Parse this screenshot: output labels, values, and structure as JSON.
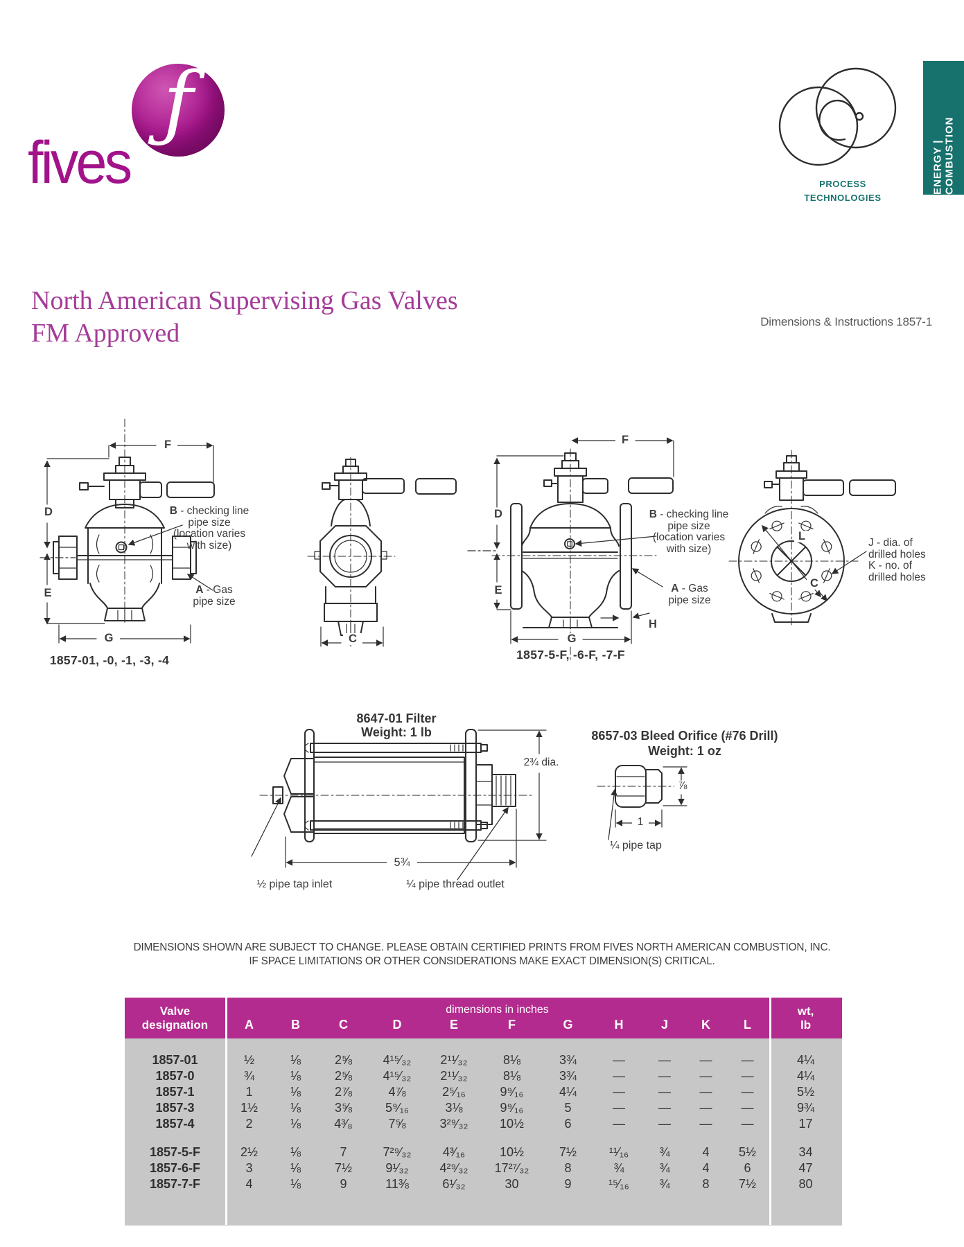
{
  "colors": {
    "magenta": "#a2138b",
    "table_header_magenta": "#b32b8e",
    "teal": "#17726d",
    "ink": "#2e2e2e",
    "table_body_gray": "#c7c7c7"
  },
  "logo": {
    "wordmark": "fives",
    "f_glyph": "ƒ"
  },
  "process_logo": {
    "line1": "PROCESS",
    "line2": "TECHNOLOGIES"
  },
  "banner": {
    "text": "ENERGY | COMBUSTION"
  },
  "title": {
    "line1": "North American Supervising Gas Valves",
    "line2": "FM Approved",
    "doc_ref": "Dimensions & Instructions 1857-1"
  },
  "dims": {
    "f": "F",
    "d": "D",
    "e": "E",
    "g": "G",
    "c": "C",
    "h": "H",
    "l": "L"
  },
  "annotations": {
    "b_letter": "B",
    "b_line1": "- checking line",
    "b_line2": "pipe size",
    "b_line3": "(location varies",
    "b_line4": "with size)",
    "a_letter": "A",
    "a_line1": "- Gas",
    "a_line2": "pipe size",
    "j_line1": "J - dia. of",
    "j_line2": "drilled holes",
    "k_line1": "K - no. of",
    "k_line2": "drilled holes"
  },
  "captions": {
    "threaded": "1857-01, -0, -1, -3, -4",
    "flanged": "1857-5-F, -6-F, -7-F"
  },
  "filter": {
    "title": "8647-01 Filter",
    "weight": "Weight: 1 lb",
    "dia": "2¾ dia.",
    "length": "5¾",
    "inlet": "½ pipe tap inlet",
    "outlet": "¼ pipe thread outlet"
  },
  "orifice": {
    "title": "8657-03 Bleed Orifice (#76 Drill)",
    "weight": "Weight: 1 oz",
    "height": "⅞",
    "width": "1",
    "tap": "¼ pipe tap"
  },
  "disclaimer": {
    "line1": "DIMENSIONS SHOWN ARE SUBJECT TO CHANGE. PLEASE OBTAIN CERTIFIED PRINTS FROM FIVES NORTH AMERICAN COMBUSTION, INC.",
    "line2": "IF SPACE LIMITATIONS OR OTHER CONSIDERATIONS MAKE EXACT DIMENSION(S) CRITICAL."
  },
  "table": {
    "designation_l1": "Valve",
    "designation_l2": "designation",
    "col_group_header": "dimensions in inches",
    "letters": [
      "A",
      "B",
      "C",
      "D",
      "E",
      "F",
      "G",
      "H",
      "J",
      "K",
      "L"
    ],
    "wt_l1": "wt,",
    "wt_l2": "lb",
    "rows": [
      {
        "d": "1857-01",
        "gap": false,
        "c": [
          "½",
          "⅛",
          "2⅝",
          "4¹⁵⁄₃₂",
          "2¹¹⁄₃₂",
          "8⅛",
          "3¾",
          "—",
          "—",
          "—",
          "—",
          "4¼"
        ]
      },
      {
        "d": "1857-0",
        "gap": false,
        "c": [
          "¾",
          "⅛",
          "2⅝",
          "4¹⁵⁄₃₂",
          "2¹¹⁄₃₂",
          "8⅛",
          "3¾",
          "—",
          "—",
          "—",
          "—",
          "4¼"
        ]
      },
      {
        "d": "1857-1",
        "gap": false,
        "c": [
          "1",
          "⅛",
          "2⅞",
          "4⅞",
          "2⁵⁄₁₆",
          "9⁹⁄₁₆",
          "4¼",
          "—",
          "—",
          "—",
          "—",
          "5½"
        ]
      },
      {
        "d": "1857-3",
        "gap": false,
        "c": [
          "1½",
          "⅛",
          "3⅝",
          "5⁹⁄₁₆",
          "3⅛",
          "9⁹⁄₁₆",
          "5",
          "—",
          "—",
          "—",
          "—",
          "9¾"
        ]
      },
      {
        "d": "1857-4",
        "gap": false,
        "c": [
          "2",
          "⅛",
          "4³⁄₈",
          "7⅝",
          "3²⁹⁄₃₂",
          "10½",
          "6",
          "—",
          "—",
          "—",
          "—",
          "17"
        ]
      },
      {
        "d": "1857-5-F",
        "gap": true,
        "c": [
          "2½",
          "⅛",
          "7",
          "7²⁹⁄₃₂",
          "4³⁄₁₆",
          "10½",
          "7½",
          "¹¹⁄₁₆",
          "¾",
          "4",
          "5½",
          "34"
        ]
      },
      {
        "d": "1857-6-F",
        "gap": false,
        "c": [
          "3",
          "⅛",
          "7½",
          "9¹⁄₃₂",
          "4²⁹⁄₃₂",
          "17²⁷⁄₃₂",
          "8",
          "¾",
          "¾",
          "4",
          "6",
          "47"
        ]
      },
      {
        "d": "1857-7-F",
        "gap": false,
        "c": [
          "4",
          "⅛",
          "9",
          "11⅜",
          "6¹⁄₃₂",
          "30",
          "9",
          "¹⁵⁄₁₆",
          "¾",
          "8",
          "7½",
          "80"
        ]
      }
    ]
  }
}
